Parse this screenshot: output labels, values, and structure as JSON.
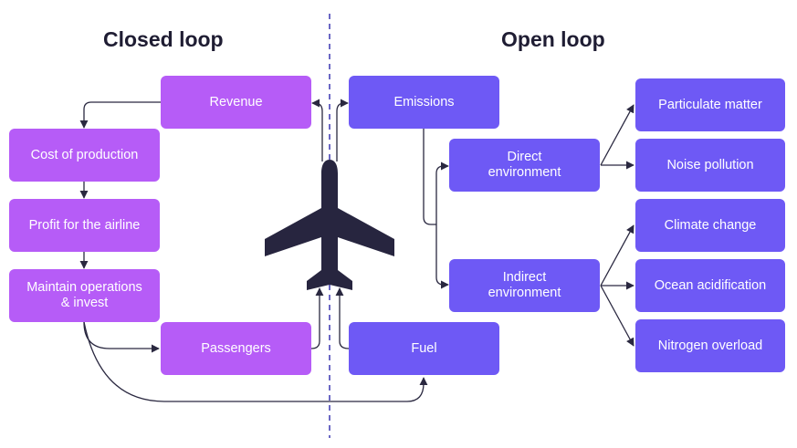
{
  "headings": {
    "closed_loop": "Closed loop",
    "open_loop": "Open loop"
  },
  "closed_loop": {
    "revenue": "Revenue",
    "cost_of_production": "Cost of production",
    "profit": "Profit for the airline",
    "maintain": "Maintain operations\n& invest",
    "passengers": "Passengers"
  },
  "open_loop": {
    "emissions": "Emissions",
    "fuel": "Fuel",
    "direct": "Direct\nenvironment",
    "indirect": "Indirect\nenvironment",
    "effects": {
      "particulate": "Particulate matter",
      "noise": "Noise pollution",
      "climate": "Climate change",
      "ocean": "Ocean acidification",
      "nitrogen": "Nitrogen overload"
    }
  },
  "colors": {
    "closed_loop_box": "#b65cf7",
    "open_loop_box": "#6e59f5",
    "airplane": "#27253f",
    "divider": "#3a36b0",
    "arrows": "#2a2840"
  },
  "icons": {
    "center": "airplane-icon"
  }
}
